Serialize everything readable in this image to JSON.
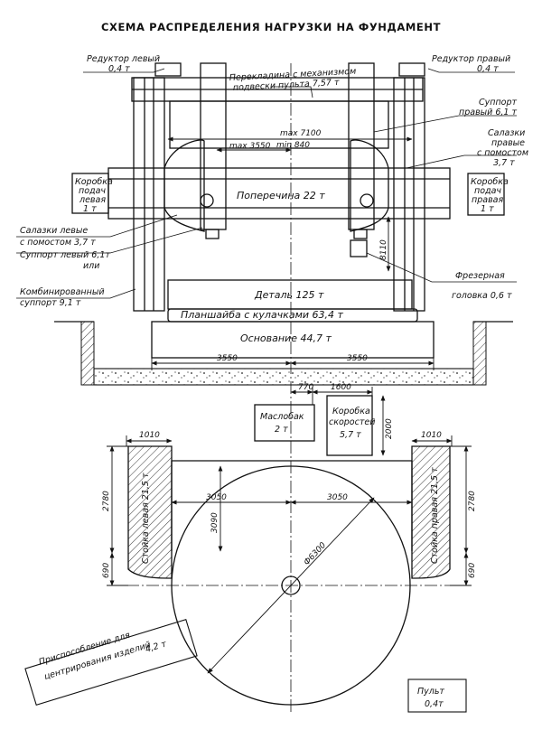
{
  "title": "СХЕМА РАСПРЕДЕЛЕНИЯ НАГРУЗКИ НА ФУНДАМЕНТ",
  "labels": {
    "reducer_left_1": "Редуктор левый",
    "reducer_left_2": "0,4 т",
    "reducer_right_1": "Редуктор правый",
    "reducer_right_2": "0,4 т",
    "crossbeam_1": "Перекладина с механизмом",
    "crossbeam_2": "подвески пульта 7,57 т",
    "support_right_1": "Суппорт",
    "support_right_2": "правый 6,1 т",
    "slides_right_1": "Салазки",
    "slides_right_2": "правые",
    "slides_right_3": "с помостом",
    "slides_right_4": "3,7 т",
    "feedbox_left_1": "Коробка",
    "feedbox_left_2": "подач",
    "feedbox_left_3": "левая",
    "feedbox_left_4": "1 т",
    "feedbox_right_1": "Коробка",
    "feedbox_right_2": "подач",
    "feedbox_right_3": "правая",
    "feedbox_right_4": "1 т",
    "rail": "Поперечина 22 т",
    "slides_left_1": "Салазки левые",
    "slides_left_2": "с помостом 3,7 т",
    "support_left_1": "Суппорт левый 6,1т",
    "support_left_2": "или",
    "combined_1": "Комбинированный",
    "combined_2": "суппорт 9,1 т",
    "milling_1": "Фрезерная",
    "milling_2": "головка 0,6 т",
    "part": "Деталь 125 т",
    "faceplate": "Планшайба с кулачками 63,4 т",
    "base": "Основание 44,7 т",
    "oiltank_1": "Маслобак",
    "oiltank_2": "2 т",
    "gearbox_1": "Коробка",
    "gearbox_2": "скоростей",
    "gearbox_3": "5,7 т",
    "column_left": "Стойка левая 21,5 т",
    "column_right": "Стойка правая 21,5 т",
    "centering_1": "Приспособление для",
    "centering_2": "центрирования изделий",
    "centering_3": "4,2 т",
    "console_1": "Пульт",
    "console_2": "0,4т"
  },
  "dimensions": {
    "max7100": "max 7100",
    "min840": "min 840",
    "max3550": "max 3550",
    "h8110": "8110",
    "base_left": "3550",
    "base_right": "3550",
    "d770": "770",
    "d1600": "1600",
    "d2000": "2000",
    "col_w_left": "1010",
    "col_w_right": "1010",
    "col_h_left": "2780",
    "col_h_right": "2780",
    "col_off_left": "690",
    "col_off_right": "690",
    "r_left": "3050",
    "r_right": "3050",
    "d3090": "3090",
    "diameter": "Ф6300"
  }
}
